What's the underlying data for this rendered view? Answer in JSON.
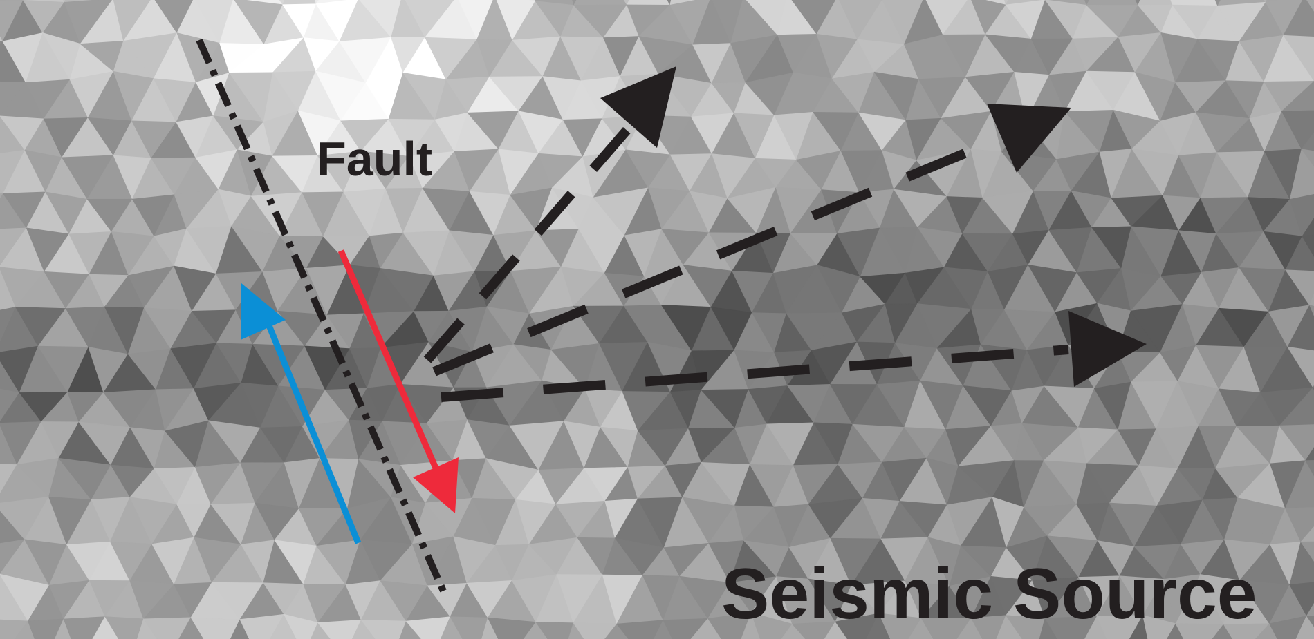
{
  "labels": {
    "fault": "Fault",
    "seismic_source": "Seismic Source"
  },
  "colors": {
    "ink": "#231f20",
    "uplift_arrow": "#0b8fd6",
    "downthrow_arrow": "#ee2a3b",
    "terrain_light": "#f4f4f4",
    "terrain_dark": "#505050"
  },
  "elements": {
    "fault_line": "dash-dot fault trace",
    "blue_arrow": "upward motion arrow",
    "red_arrow": "downward motion arrow",
    "wave_arrows": [
      "wave-path-upper",
      "wave-path-middle",
      "wave-path-lower"
    ]
  }
}
